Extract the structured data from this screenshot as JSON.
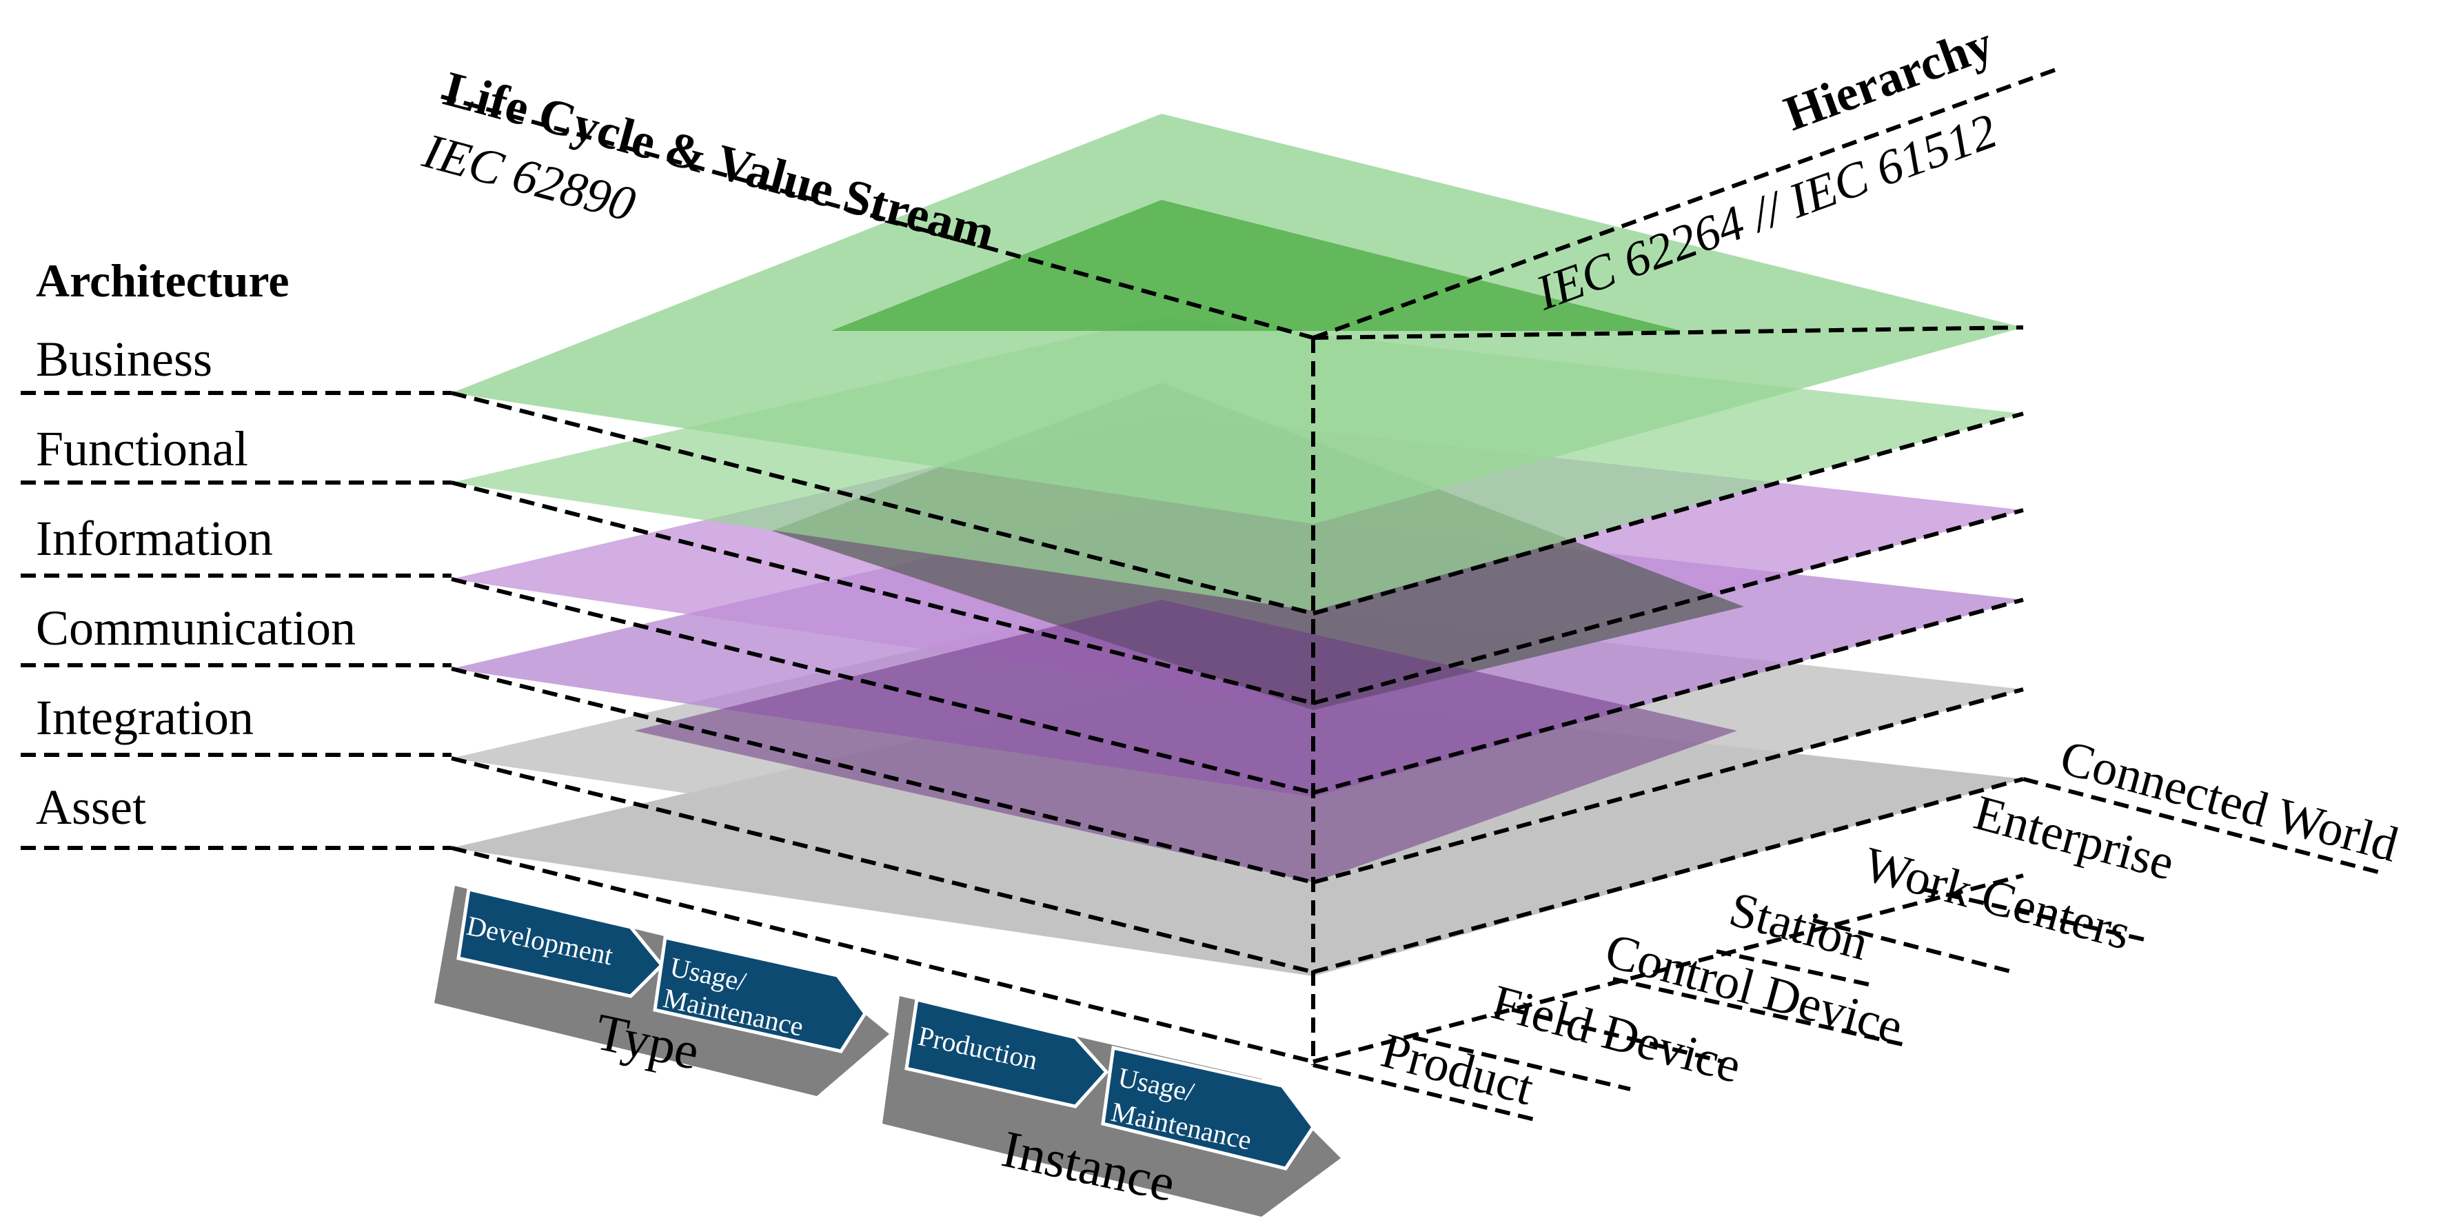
{
  "axes": {
    "life_cycle": {
      "title": "Life Cycle & Value Stream",
      "standard": "IEC 62890"
    },
    "hierarchy": {
      "title": "Hierarchy",
      "standard": "IEC 62264 // IEC 61512"
    },
    "architecture": {
      "title": "Architecture"
    }
  },
  "layers": [
    {
      "label": "Business"
    },
    {
      "label": "Functional"
    },
    {
      "label": "Information"
    },
    {
      "label": "Communication"
    },
    {
      "label": "Integration"
    },
    {
      "label": "Asset"
    }
  ],
  "hierarchy_levels": [
    {
      "label": "Product"
    },
    {
      "label": "Field Device"
    },
    {
      "label": "Control Device"
    },
    {
      "label": "Station"
    },
    {
      "label": "Work Centers"
    },
    {
      "label": "Enterprise"
    },
    {
      "label": "Connected World"
    }
  ],
  "life_cycle_groups": [
    {
      "label": "Type",
      "phases": [
        {
          "label": "Development"
        },
        {
          "label": "Usage/\nMaintenance"
        }
      ]
    },
    {
      "label": "Instance",
      "phases": [
        {
          "label": "Production"
        },
        {
          "label": "Usage/\nMaintenance"
        }
      ]
    }
  ],
  "colors": {
    "green_layer": "#98d597",
    "green_dark": "#55b24d",
    "purple_layer": "#c08fd8",
    "purple_dark": "#6d3b86",
    "gray_layer": "#bcbcbc",
    "gray_dark": "#5b5f5c",
    "arrow_fill": "#0d4a72",
    "phase_band": "#808080"
  }
}
